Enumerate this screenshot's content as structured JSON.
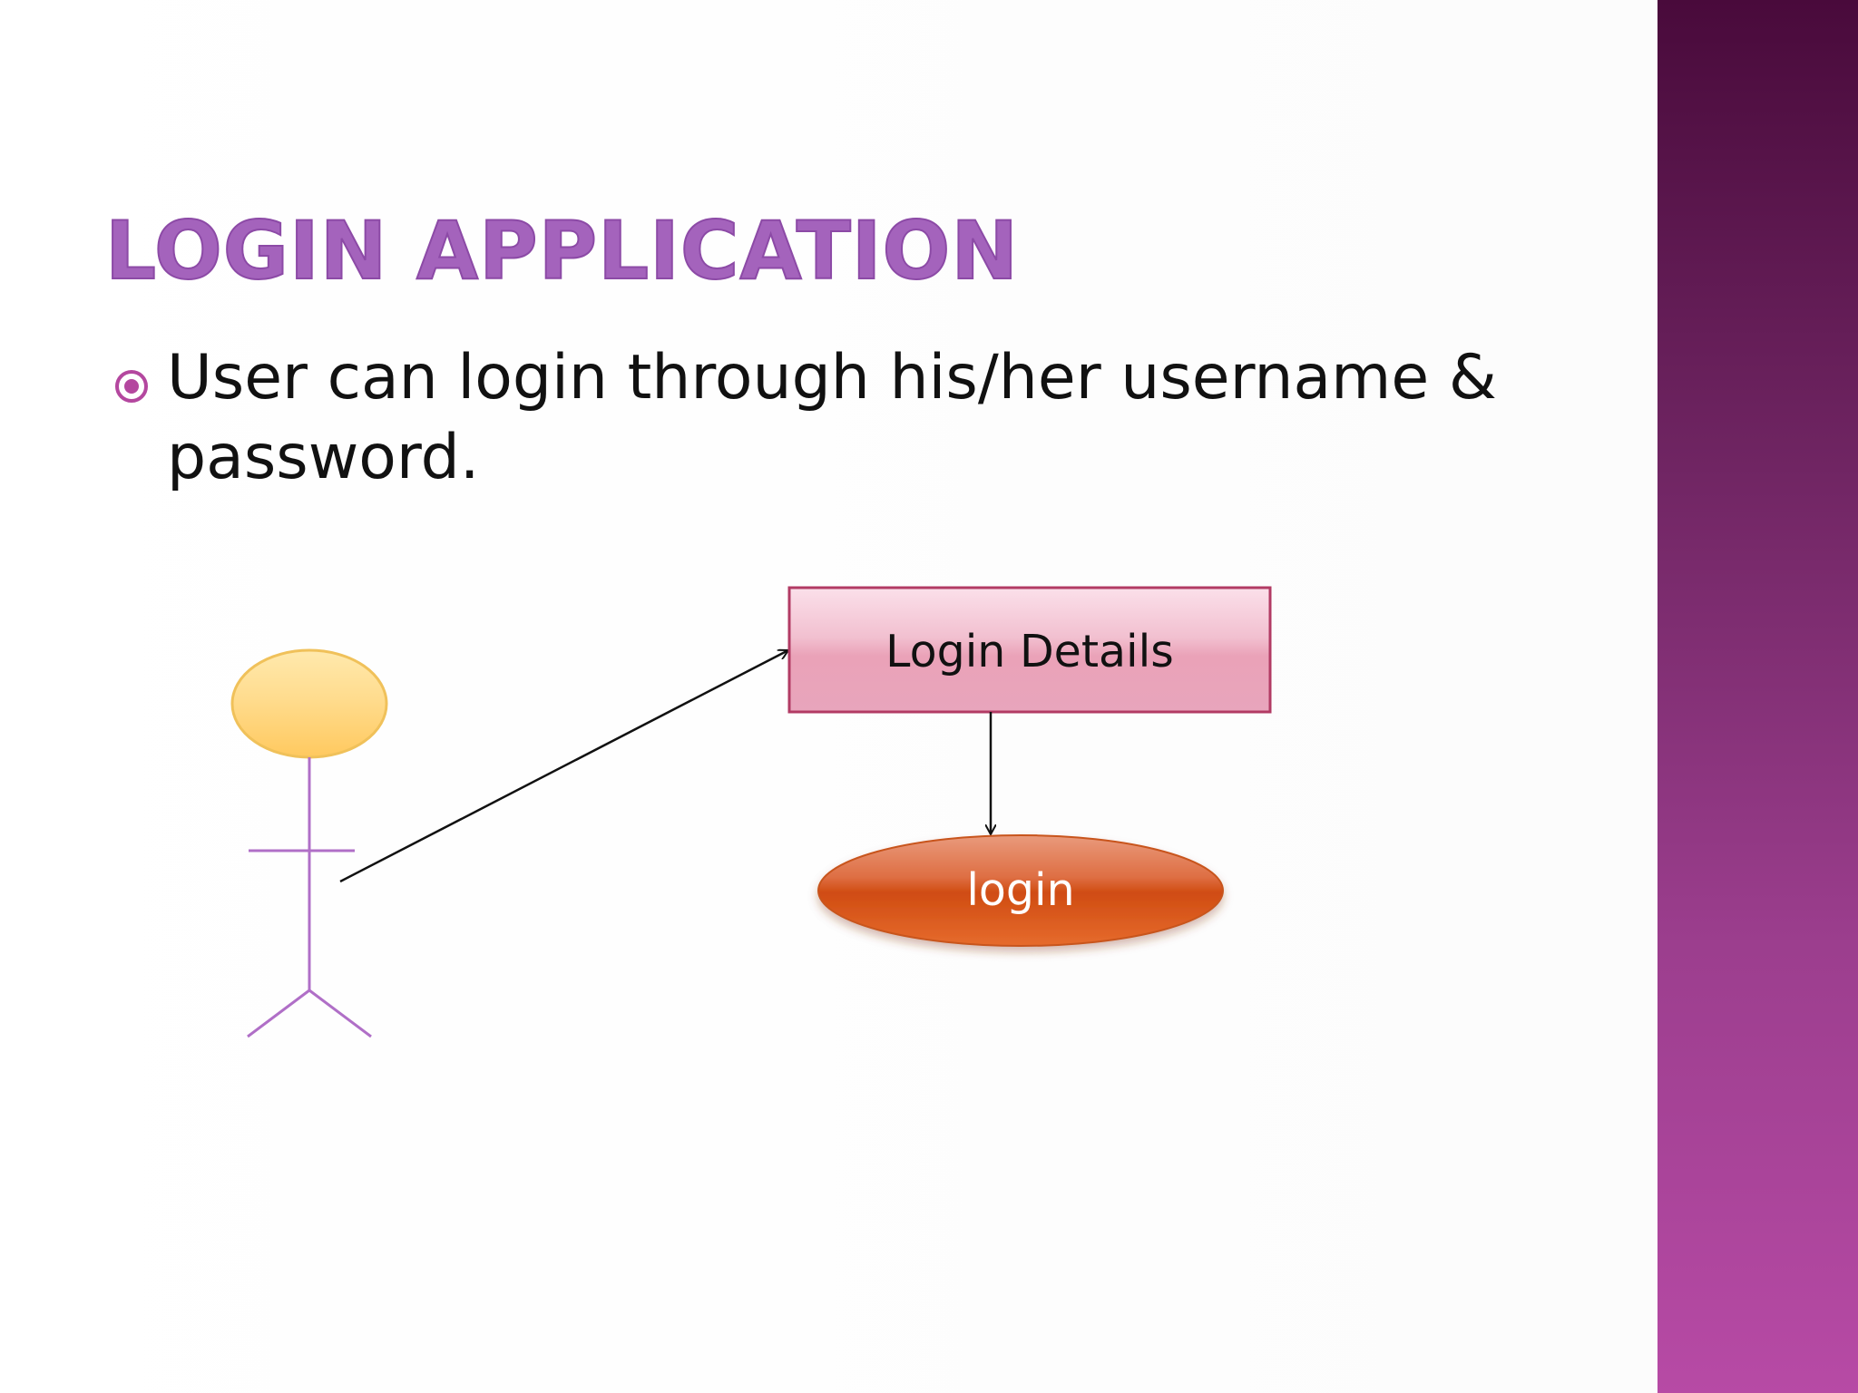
{
  "slide": {
    "title": "LOGIN APPLICATION",
    "bullet": "User can login through his/her username & password.",
    "bullet_icon": "circle-dot-icon"
  },
  "diagram": {
    "actor_icon": "stick-figure-actor-icon",
    "details_box_label": "Login Details",
    "login_ellipse_label": "login"
  },
  "colors": {
    "title": "#a463bc",
    "bullet_marker": "#b4479f",
    "side_band_top": "#490a3b",
    "side_band_bottom": "#b74aa5",
    "actor_head": "#ffd27a",
    "actor_body": "#b06fc7",
    "details_box": "#eaa9bf",
    "login_ellipse": "#de5a1f"
  }
}
